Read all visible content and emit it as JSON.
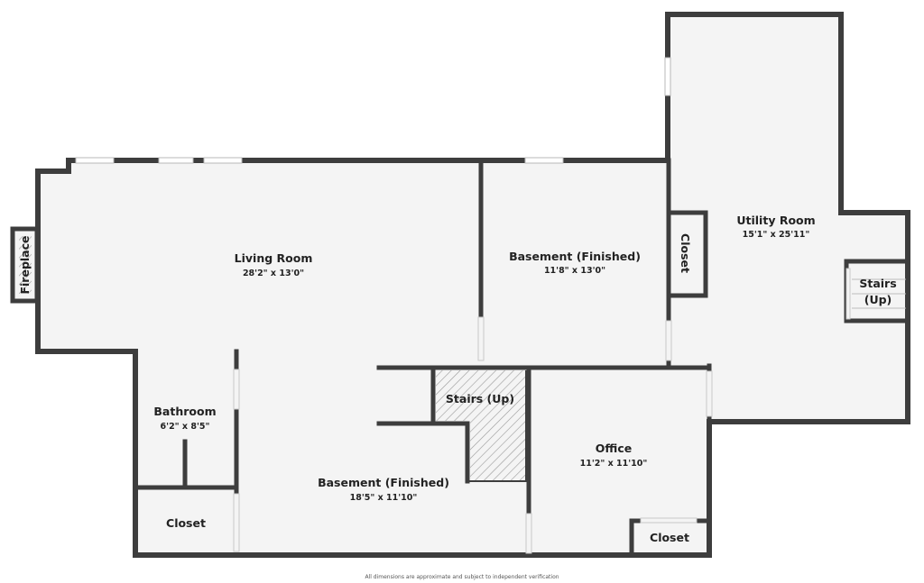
{
  "rooms": {
    "living_room": {
      "name": "Living Room",
      "dims": "28'2\" x 13'0\""
    },
    "basement_finished_upper": {
      "name": "Basement (Finished)",
      "dims": "11'8\" x 13'0\""
    },
    "utility_room": {
      "name": "Utility Room",
      "dims": "15'1\" x 25'11\""
    },
    "closet_utility": {
      "name": "Closet"
    },
    "stairs_right": {
      "name_line1": "Stairs",
      "name_line2": "(Up)"
    },
    "fireplace": {
      "name": "Fireplace"
    },
    "bathroom": {
      "name": "Bathroom",
      "dims": "6'2\" x 8'5\""
    },
    "closet_bath": {
      "name": "Closet"
    },
    "basement_finished_lower": {
      "name": "Basement (Finished)",
      "dims": "18'5\" x 11'10\""
    },
    "stairs_center": {
      "name": "Stairs (Up)"
    },
    "office": {
      "name": "Office",
      "dims": "11'2\" x 11'10\""
    },
    "closet_office": {
      "name": "Closet"
    }
  },
  "footer": {
    "disclaimer": "All dimensions are approximate and subject to independent verification"
  }
}
